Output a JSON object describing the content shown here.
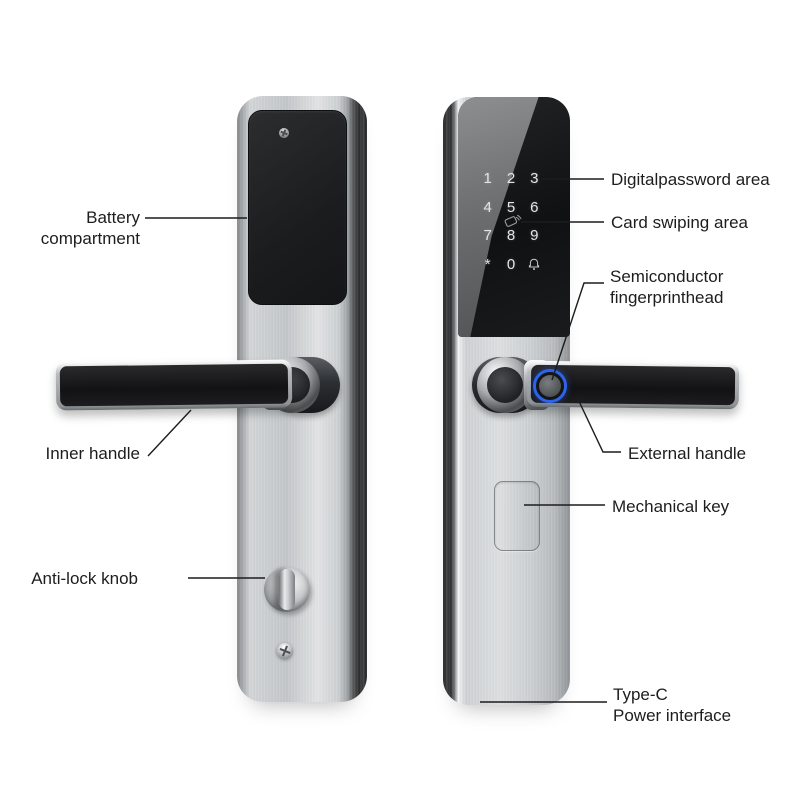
{
  "figure_type": "smart-door-lock annotated product diagram",
  "colors": {
    "background": "#ffffff",
    "fingerprint_ring": "#2c63e8",
    "label_text": "#1d1d1d",
    "leader_line": "#1c1c1c"
  },
  "annotations": {
    "battery_compartment": {
      "line1": "Battery",
      "line2": "compartment"
    },
    "inner_handle": {
      "text": "Inner handle"
    },
    "anti_lock_knob": {
      "text": "Anti-lock knob"
    },
    "digital_password_area": {
      "text": "Digitalpassword area"
    },
    "card_swiping_area": {
      "text": "Card swiping area"
    },
    "fingerprint_head": {
      "line1": "Semiconductor",
      "line2": "fingerprinthead"
    },
    "external_handle": {
      "text": "External handle"
    },
    "mechanical_key": {
      "text": "Mechanical key"
    },
    "type_c": {
      "line1": "Type-C",
      "line2": "Power interface"
    }
  },
  "external_lock": {
    "keypad": {
      "keys": [
        "1",
        "2",
        "3",
        "4",
        "5",
        "6",
        "7",
        "8",
        "9",
        "*",
        "0"
      ],
      "bell_key_icon": "doorbell-icon",
      "card_reader_icon": "card-swipe-icon"
    }
  }
}
